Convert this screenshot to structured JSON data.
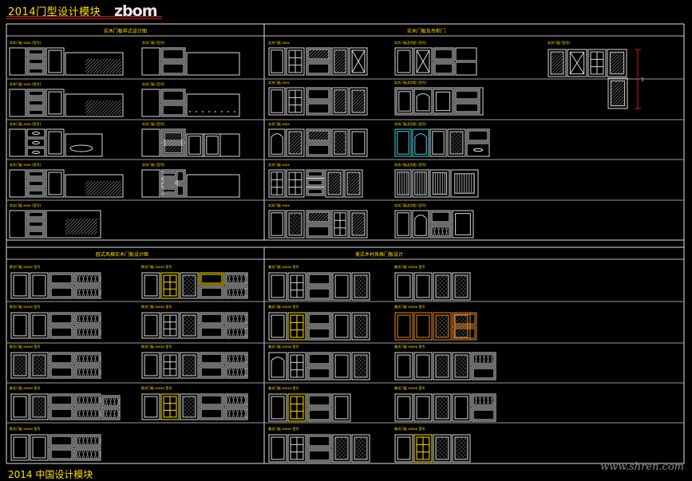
{
  "header": {
    "title": "2014门型设计模块",
    "logo": "zbom"
  },
  "watermark": "www.shren.com",
  "bottom_partial_title": "2014 中国设计模块",
  "sections": {
    "top_left": "实木门板样式设计图",
    "top_right": "实木门板及吊柜门",
    "bottom_left": "欧式风格实木门板设计图",
    "bottom_right": "美式乡村风格门板设计"
  },
  "dimension_mark": "3"
}
